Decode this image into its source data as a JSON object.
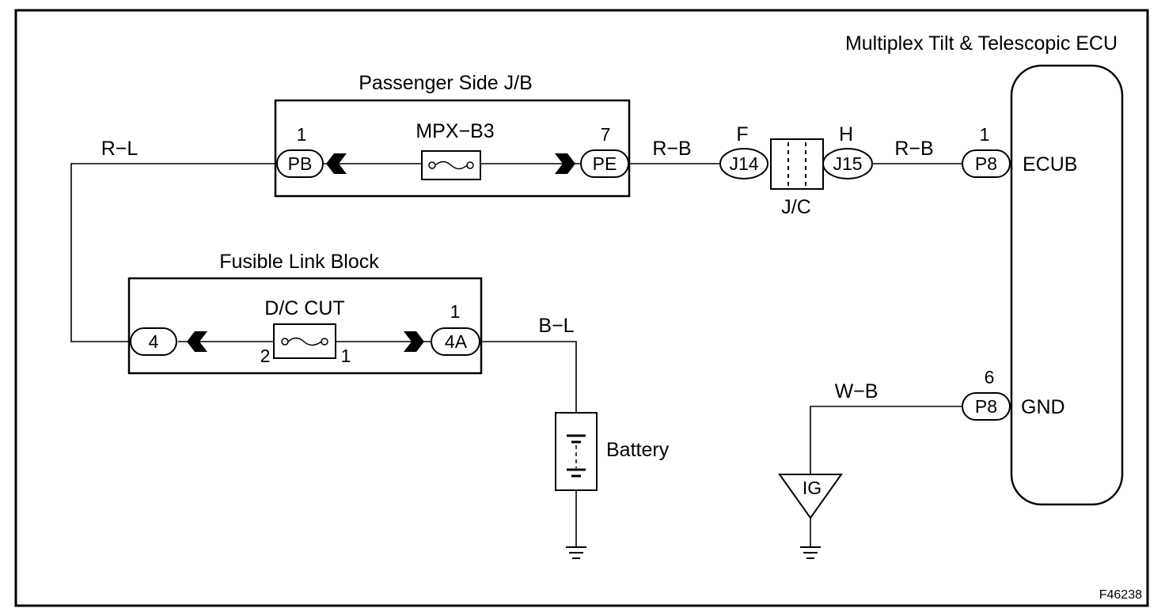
{
  "ecu": {
    "title": "Multiplex Tilt & Telescopic ECU",
    "terminal_top": "ECUB",
    "terminal_bottom": "GND"
  },
  "junction_block": {
    "title": "Passenger Side J/B",
    "fuse": "MPX−B3",
    "left_pin_num": "1",
    "left_conn": "PB",
    "right_pin_num": "7",
    "right_conn": "PE"
  },
  "fusible_link": {
    "title": "Fusible Link Block",
    "fuse": "D/C CUT",
    "left_conn": "4",
    "right_pin_num": "1",
    "right_conn": "4A",
    "fuse_pin_left": "2",
    "fuse_pin_right": "1"
  },
  "jc": {
    "label": "J/C",
    "left_letter": "F",
    "left_conn": "J14",
    "right_letter": "H",
    "right_conn": "J15"
  },
  "connectors": {
    "ecub_pin_num": "1",
    "ecub_conn": "P8",
    "gnd_pin_num": "6",
    "gnd_conn": "P8"
  },
  "wires": {
    "rl": "R−L",
    "rb1": "R−B",
    "rb2": "R−B",
    "bl": "B−L",
    "wb": "W−B"
  },
  "battery": "Battery",
  "ignition": "IG",
  "figure_id": "F46238"
}
